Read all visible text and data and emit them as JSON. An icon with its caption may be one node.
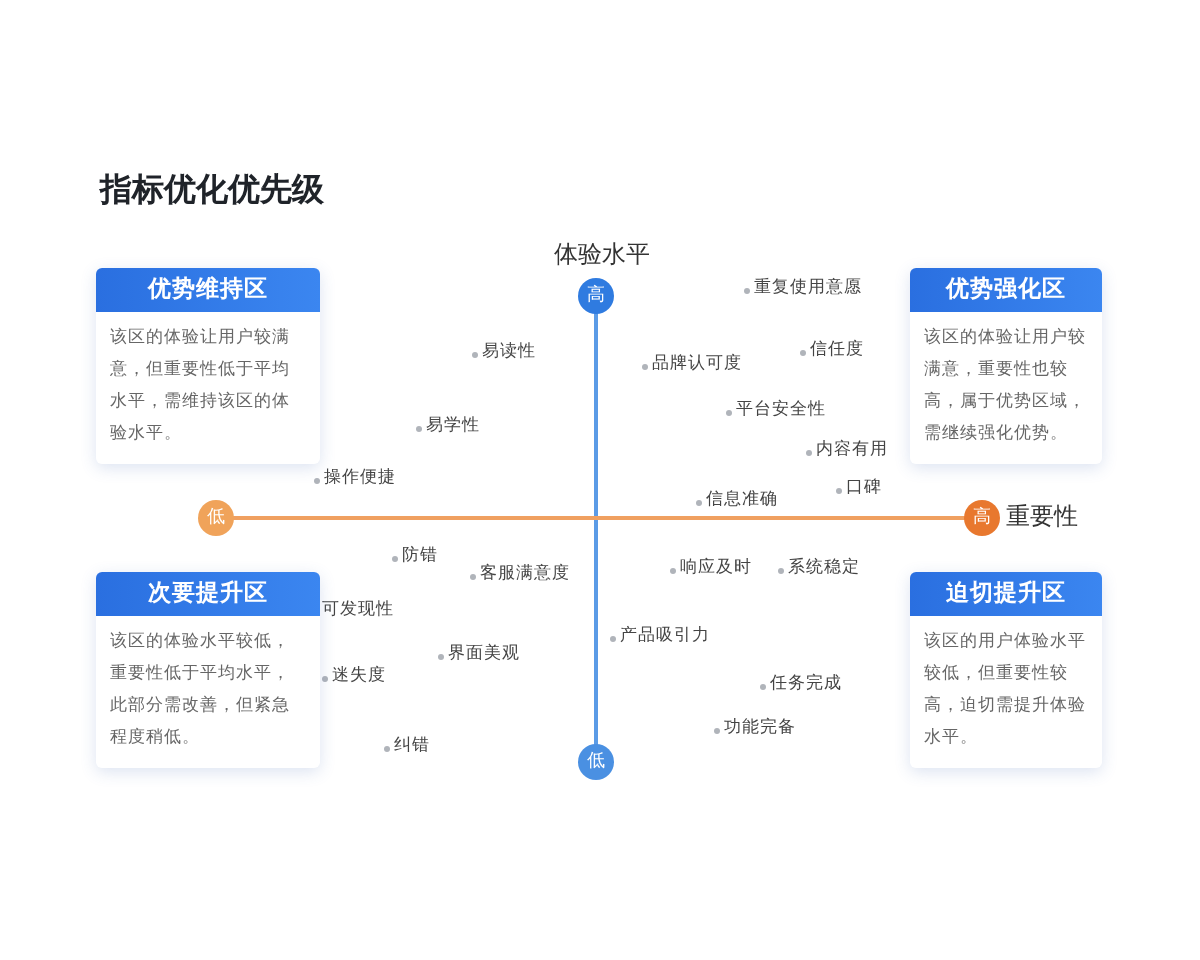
{
  "diagram": {
    "title": "指标优化优先级",
    "nodes": [
      {
        "text": [
          "优势维持区",
          "该区的体验让用户较满意，但重要性低于平均水平，需维持该区的体验水平。"
        ]
      },
      {
        "text": [
          "优势强化区",
          "该区的体验让用户较满意，重要性也较高，属于优势区域，需继续强化优势。"
        ]
      },
      {
        "text": [
          "次要提升区",
          "该区的体验水平较低，重要性低于平均水平，此部分需改善，但紧急程度稍低。"
        ]
      },
      {
        "text": [
          "迫切提升区",
          "该区的用户体验水平较低，但重要性较高，迫切需提升体验水平。"
        ]
      }
    ],
    "edges": [],
    "labels": [
      "体验水平",
      "高",
      "重复使用意愿",
      "易读性",
      "品牌认可度",
      "信任度",
      "平台安全性",
      "易学性",
      "内容有用",
      "操作便捷",
      "信息准确",
      "口碑",
      "低",
      "高",
      "重要性",
      "防错",
      "客服满意度",
      "响应及时",
      "系统稳定",
      "可发现性",
      "产品吸引力",
      "界面美观",
      "迷失度",
      "任务完成",
      "功能完备",
      "纠错",
      "低"
    ]
  }
}
